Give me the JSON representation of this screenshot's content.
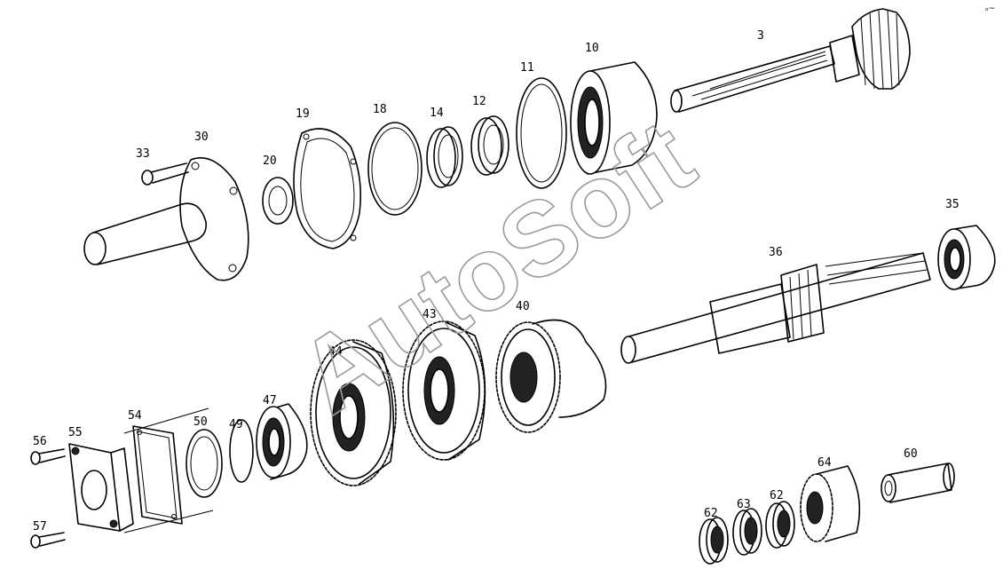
{
  "watermark": "AutoSoft",
  "corner_mark": "ₒ~",
  "labels": {
    "p3": "3",
    "p10": "10",
    "p11": "11",
    "p12": "12",
    "p14": "14",
    "p18": "18",
    "p19": "19",
    "p20": "20",
    "p30": "30",
    "p33": "33",
    "p35": "35",
    "p36": "36",
    "p40": "40",
    "p43": "43",
    "p44": "44",
    "p47": "47",
    "p49": "49",
    "p50": "50",
    "p54": "54",
    "p55": "55",
    "p56": "56",
    "p57": "57",
    "p60": "60",
    "p62a": "62",
    "p62b": "62",
    "p63": "63",
    "p64": "64"
  }
}
